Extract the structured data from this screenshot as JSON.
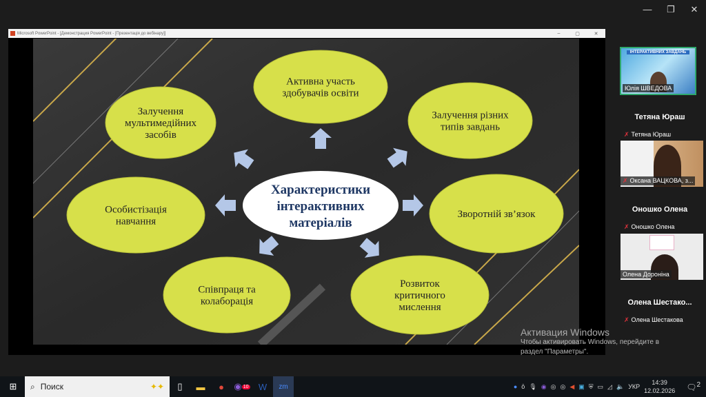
{
  "window": {
    "controls": [
      "—",
      "❐",
      "✕"
    ]
  },
  "ppt": {
    "title": "Microsoft PowerPoint - [Демонстрация PowerPoint - [Презентація до вебінару]]",
    "controls": [
      "–",
      "▢",
      "✕"
    ]
  },
  "slide": {
    "center": [
      "Характеристики",
      "інтерактивних",
      "матеріалів"
    ],
    "items": [
      {
        "lines": [
          "Активна участь",
          "здобувачів освіти"
        ]
      },
      {
        "lines": [
          "Залучення різних",
          "типів завдань"
        ]
      },
      {
        "lines": [
          "Зворотній зв’язок"
        ]
      },
      {
        "lines": [
          "Розвиток",
          "критичного",
          "мислення"
        ]
      },
      {
        "lines": [
          "Співпраця та",
          "колаборація"
        ]
      },
      {
        "lines": [
          "Особистізація",
          "навчання"
        ]
      },
      {
        "lines": [
          "Залучення",
          "мультимедійних",
          "засобів"
        ]
      }
    ],
    "colors": {
      "bubble": "#d7e04a",
      "bg": "#2d2d2d",
      "arrow": "#b4c7e7",
      "title": "#1f3864"
    }
  },
  "zoom": {
    "thumb_title": "ІНТЕРАКТИВНИХ ЗАВДАНЬ",
    "presenter": "Юлія ШВЕДОВА",
    "participants": [
      {
        "header": "Тетяна Юраш",
        "tag": "Тетяна Юраш",
        "video_name": "Оксана  ВАЦКОВА, з..."
      },
      {
        "header": "Оношко Олена",
        "tag": "Оношко Олена",
        "video_name": "Олена Дороніна"
      },
      {
        "header": "Олена  Шестако...",
        "tag": "Олена Шестакова"
      }
    ]
  },
  "activation": {
    "title": "Активация Windows",
    "line1": "Чтобы активировать Windows, перейдите в",
    "line2": "раздел \"Параметры\"."
  },
  "taskbar": {
    "search": "Поиск",
    "lang": "УКР",
    "time": "14:39",
    "date": "12.02.2026",
    "notif": "2",
    "viber_badge": "10"
  }
}
